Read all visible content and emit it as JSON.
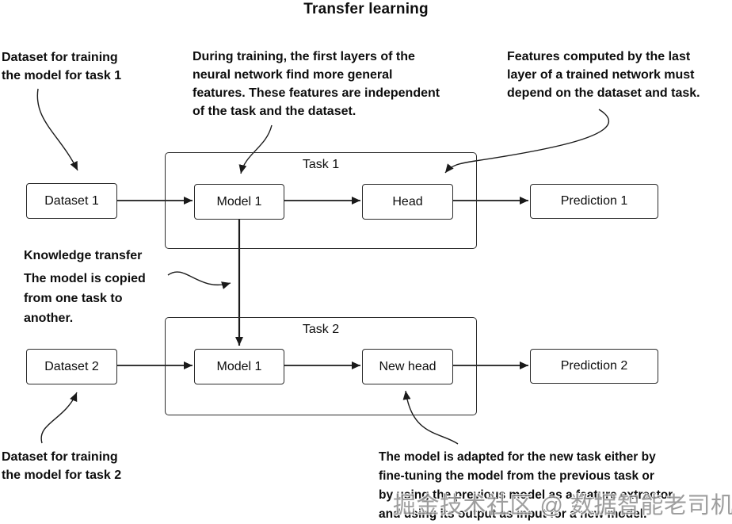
{
  "title": "Transfer learning",
  "annotations": {
    "dataset1": "Dataset for training\nthe model for task 1",
    "general_features": "During training, the first layers of the\nneural network find more general\nfeatures. These features are independent\nof the task and the dataset.",
    "task_features": "Features computed by the last\nlayer of a trained network must\ndepend on the dataset and task.",
    "knowledge_transfer_title": "Knowledge transfer",
    "knowledge_transfer_body": "The model is copied\nfrom one task to\nanother.",
    "dataset2": "Dataset for training\nthe model for task 2",
    "adaptation": "The model is adapted for the new task either by\nfine-tuning the model from the previous task or\nby using the previous model as a feature extractor\nand using its output as input for a new model."
  },
  "diagram": {
    "task1_label": "Task 1",
    "task2_label": "Task 2",
    "boxes": {
      "dataset1": "Dataset 1",
      "model1_task1": "Model 1",
      "head": "Head",
      "prediction1": "Prediction 1",
      "dataset2": "Dataset 2",
      "model1_task2": "Model 1",
      "new_head": "New head",
      "prediction2": "Prediction 2"
    }
  },
  "watermark": "掘金技术社区 @ 数据智能老司机",
  "colors": {
    "background": "#ffffff",
    "line": "#1a1a1a",
    "text": "#0d0d0d",
    "watermark": "#8e8e8e"
  }
}
